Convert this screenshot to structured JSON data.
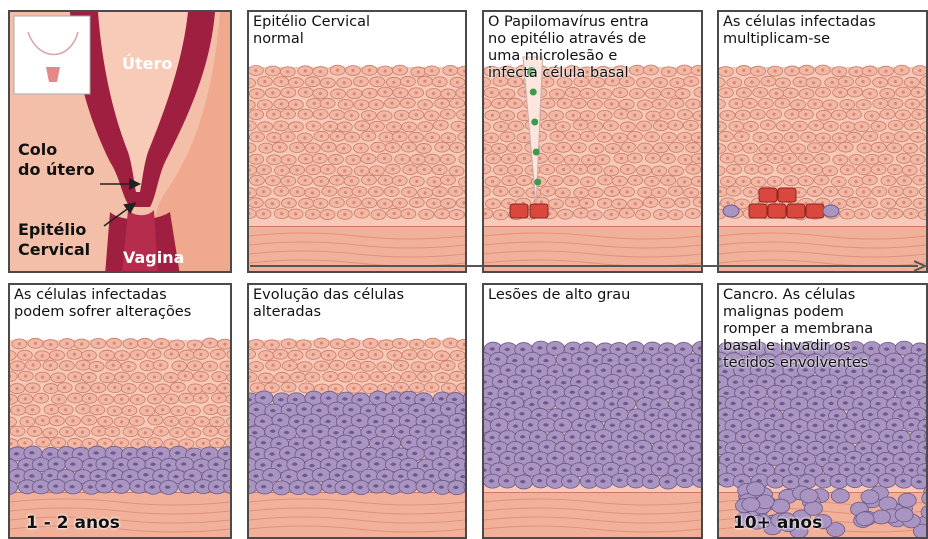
{
  "anatomy": {
    "uterus_label": "Útero",
    "cervix_label": "Colo\ndo útero",
    "epithelium_label": "Epitélio\nCervical",
    "vagina_label": "Vagina"
  },
  "panels": [
    {
      "caption": "Epitélio Cervical\nnormal"
    },
    {
      "caption": "O Papilomavírus entra\nno epitélio através de\numa microlesão e\ninfecta célula basal"
    },
    {
      "caption": "As células infectadas\nmultiplicam-se"
    },
    {
      "caption": "As células infectadas\npodem sofrer alterações"
    },
    {
      "caption": "Evolução das células\nalteradas"
    },
    {
      "caption": "Lesões de alto grau"
    },
    {
      "caption": "Cancro. As células\nmalignas podem\nromper a membrana\nbasal e invadir os\ntecidos envolventes"
    }
  ],
  "timeline": {
    "start_label": "1 - 2 anos",
    "end_label": "10+ anos"
  },
  "colors": {
    "healthy_cell": "#f3b7a5",
    "cell_border": "#c97d6a",
    "abnormal_cell": "#a994c2",
    "infected_cell": "#d9473d",
    "stroma": "#f1b09a",
    "uterus": "#9e1f3f"
  }
}
